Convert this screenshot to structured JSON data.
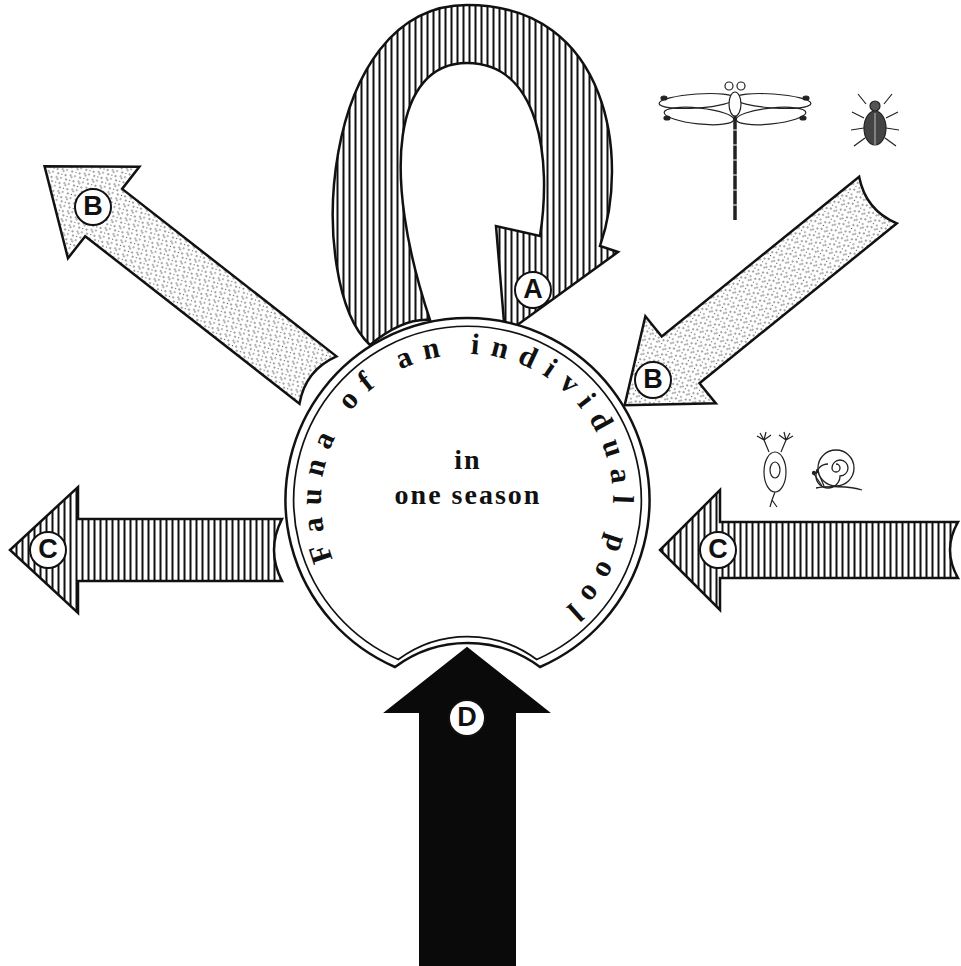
{
  "diagram": {
    "nodes": [
      {
        "text": [
          "Fauna of an individual pool",
          "in",
          "one season"
        ]
      }
    ],
    "labels": [
      "A",
      "B",
      "B",
      "C",
      "C",
      "D"
    ]
  }
}
